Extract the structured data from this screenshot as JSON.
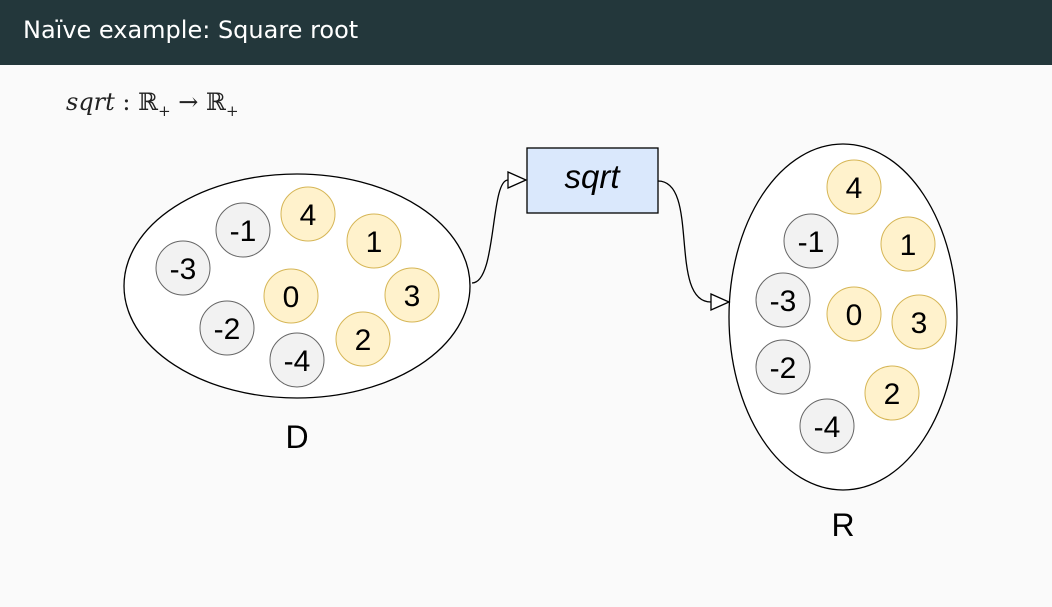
{
  "header": {
    "title": "Naïve example: Square root"
  },
  "formula": {
    "fn": "sqrt",
    "colon": " : ",
    "domain": "ℝ",
    "domain_sub": "+",
    "arrow": " → ",
    "codomain": "ℝ",
    "codomain_sub": "+"
  },
  "diagram": {
    "function_box": "sqrt",
    "domain_label": "D",
    "range_label": "R",
    "domain_values": [
      "-1",
      "4",
      "-3",
      "1",
      "0",
      "3",
      "-2",
      "2",
      "-4"
    ],
    "range_values": [
      "4",
      "-1",
      "1",
      "-3",
      "0",
      "3",
      "-2",
      "2",
      "-4"
    ],
    "colors": {
      "negative_fill": "#f2f2f2",
      "negative_stroke": "#666666",
      "positive_fill": "#fff2cc",
      "positive_stroke": "#d6b656",
      "box_fill": "#dae8fc",
      "box_stroke": "#000000"
    }
  }
}
